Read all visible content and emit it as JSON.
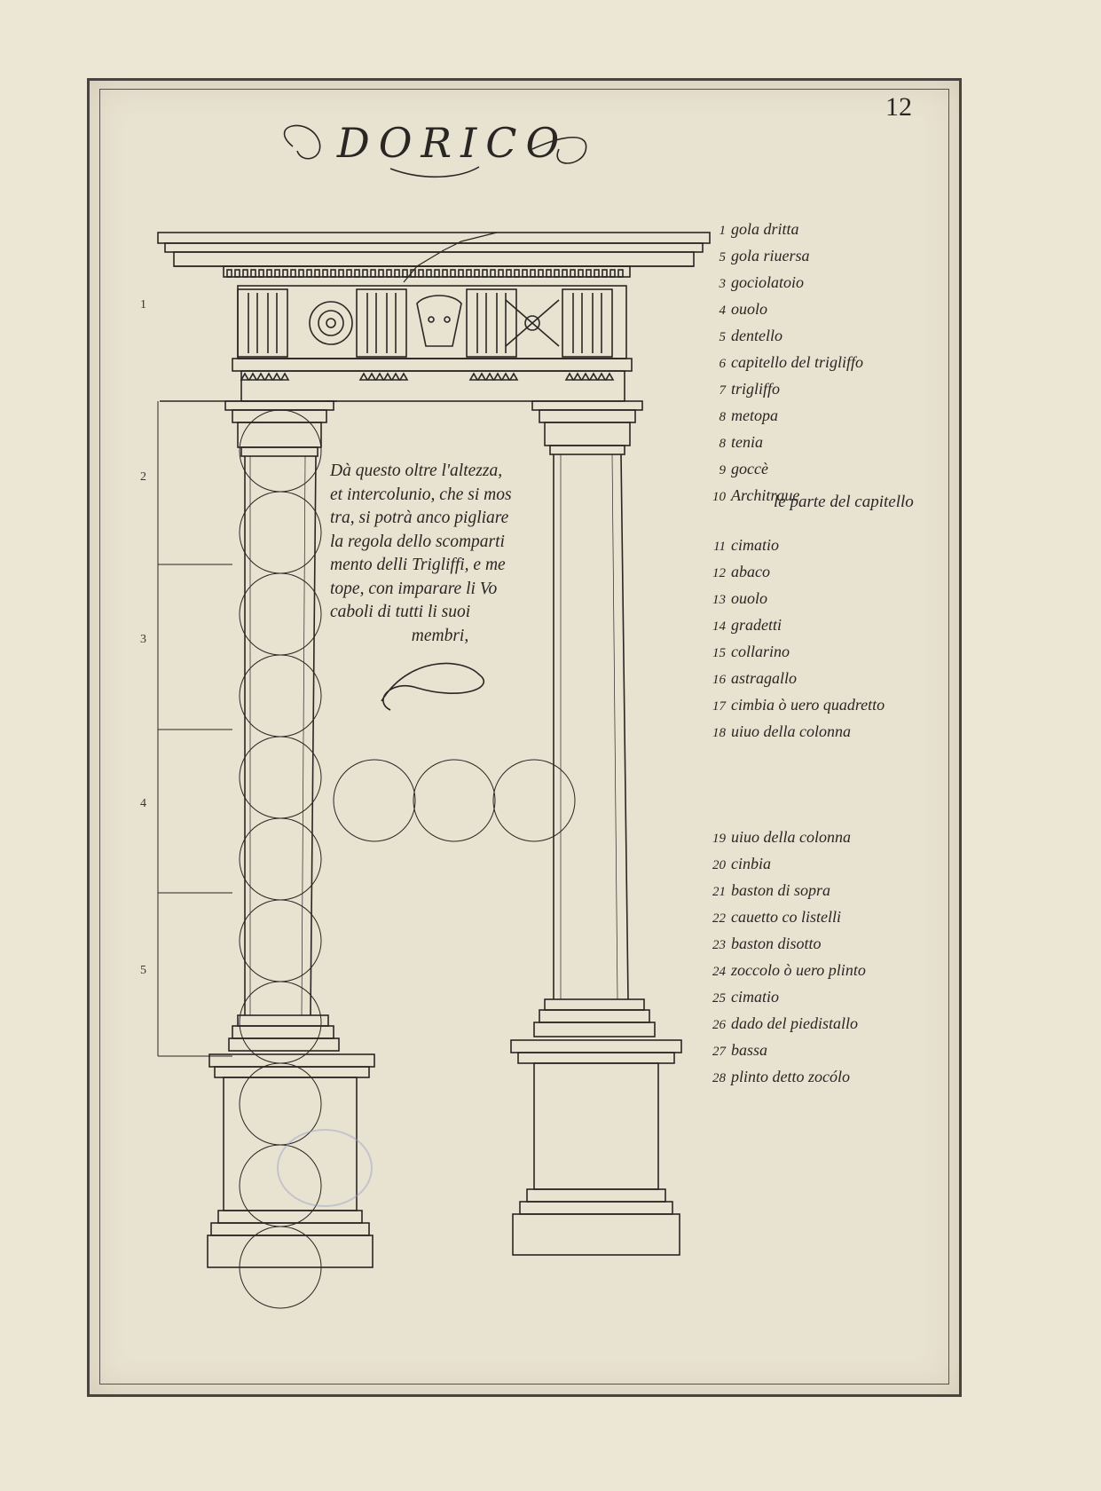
{
  "title": "DORICO",
  "page_number": "12",
  "module_numbers": [
    "1",
    "2",
    "3",
    "4",
    "5"
  ],
  "note": {
    "lines": [
      "Dà questo oltre l'altezza,",
      "et intercolunio, che si mos",
      "tra, si potrà anco pigliare",
      "la regola dello scomparti",
      "mento delli Trigliffi, e me",
      "tope, con imparare li Vo",
      "caboli di tutti li suoi"
    ],
    "last_line": "membri,"
  },
  "legend_entablature": [
    {
      "num": "1",
      "label": "gola dritta"
    },
    {
      "num": "5",
      "label": "gola riuersa"
    },
    {
      "num": "3",
      "label": "gociolatoio"
    },
    {
      "num": "4",
      "label": "ouolo"
    },
    {
      "num": "5",
      "label": "dentello"
    },
    {
      "num": "6",
      "label": "capitello del trigliffo"
    },
    {
      "num": "7",
      "label": "trigliffo"
    },
    {
      "num": "8",
      "label": "metopa"
    },
    {
      "num": "8",
      "label": "tenia"
    },
    {
      "num": "9",
      "label": "goccè"
    },
    {
      "num": "10",
      "label": "Architraue"
    }
  ],
  "capital_heading": "le parte del capitello",
  "legend_capital": [
    {
      "num": "11",
      "label": "cimatio"
    },
    {
      "num": "12",
      "label": "abaco"
    },
    {
      "num": "13",
      "label": "ouolo"
    },
    {
      "num": "14",
      "label": "gradetti"
    },
    {
      "num": "15",
      "label": "collarino"
    },
    {
      "num": "16",
      "label": "astragallo"
    },
    {
      "num": "17",
      "label": "cimbia ò uero quadretto"
    },
    {
      "num": "18",
      "label": "uiuo della colonna"
    }
  ],
  "legend_base": [
    {
      "num": "19",
      "label": "uiuo della colonna"
    },
    {
      "num": "20",
      "label": "cinbia"
    },
    {
      "num": "21",
      "label": "baston di sopra"
    },
    {
      "num": "22",
      "label": "cauetto co listelli"
    },
    {
      "num": "23",
      "label": "baston disotto"
    },
    {
      "num": "24",
      "label": "zoccolo ò uero plinto"
    },
    {
      "num": "25",
      "label": "cimatio"
    },
    {
      "num": "26",
      "label": "dado del piedistallo"
    },
    {
      "num": "27",
      "label": "bassa"
    },
    {
      "num": "28",
      "label": "plinto detto zocólo"
    }
  ],
  "colors": {
    "paper": "#ece6d4",
    "ink": "#2a2624",
    "stamp": "#96a0c8"
  }
}
